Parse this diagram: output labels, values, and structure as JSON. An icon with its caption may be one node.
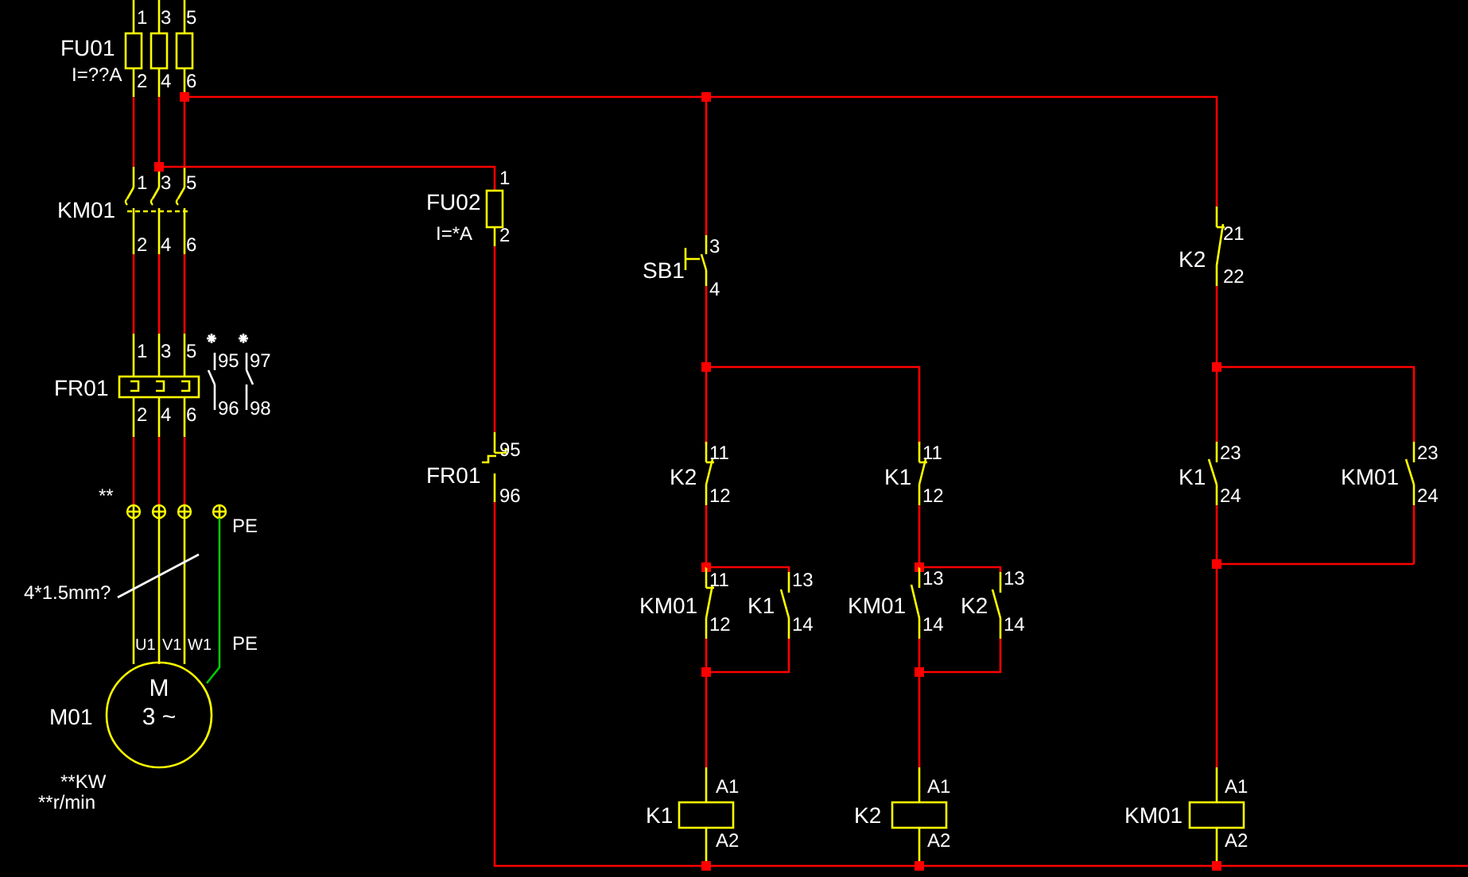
{
  "diagram": {
    "nodes": [
      {
        "text": [
          "M",
          "3 ~"
        ],
        "beside": [
          "U1",
          "V1",
          "W1",
          "M01"
        ]
      }
    ],
    "edges": [],
    "labels": [
      "1",
      "3",
      "5",
      "FU01",
      "I=??A",
      "2",
      "4",
      "6",
      "1",
      "3",
      "5",
      "KM01",
      "2",
      "4",
      "6",
      "1",
      "3",
      "5",
      "95",
      "97",
      "FR01",
      "2",
      "4",
      "6",
      "96",
      "98",
      "**",
      "PE",
      "4*1.5mm?",
      "PE",
      "**KW",
      "**r/min",
      "1",
      "FU02",
      "I=*A",
      "2",
      "95",
      "FR01",
      "96",
      "3",
      "SB1",
      "4",
      "21",
      "K2",
      "22",
      "11",
      "K2",
      "12",
      "11",
      "K1",
      "12",
      "23",
      "K1",
      "24",
      "23",
      "KM01",
      "24",
      "11",
      "KM01",
      "12",
      "13",
      "K1",
      "14",
      "13",
      "KM01",
      "14",
      "13",
      "K2",
      "14",
      "A1",
      "K1",
      "A2",
      "A1",
      "K2",
      "A2",
      "A1",
      "KM01",
      "A2"
    ]
  }
}
